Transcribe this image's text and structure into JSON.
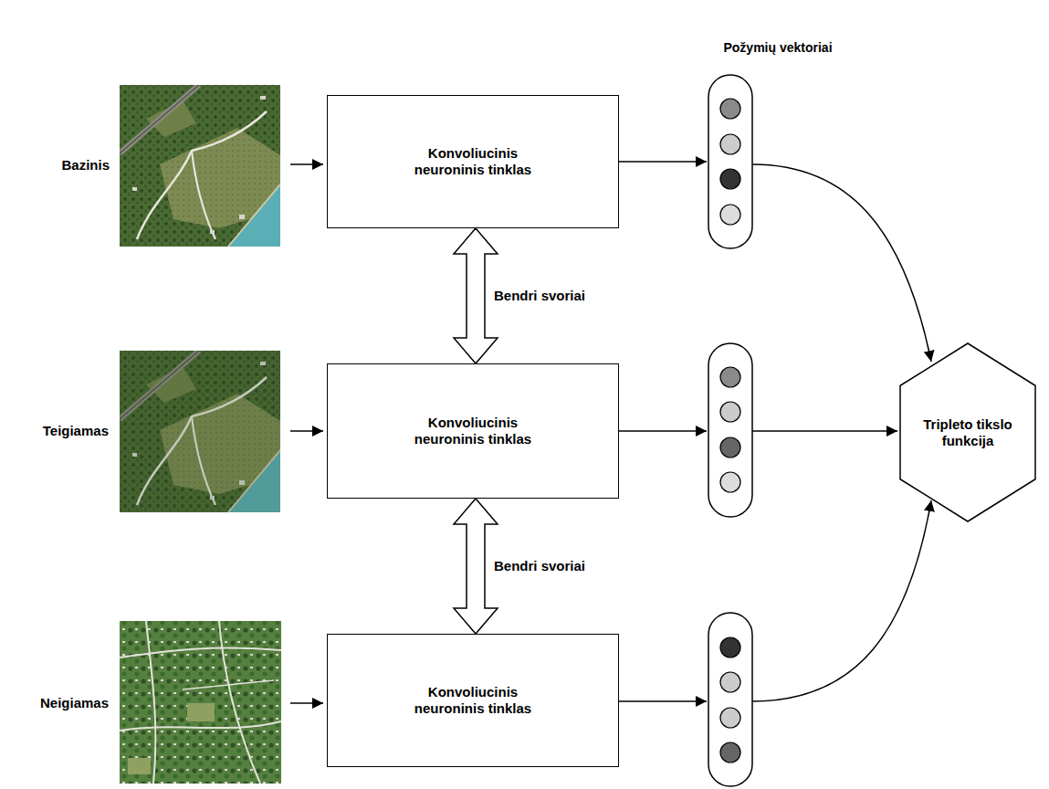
{
  "diagram": {
    "nodes": [
      {
        "text": [
          "Konvoliucinis neuroninis tinklas"
        ]
      },
      {
        "text": [
          "Konvoliucinis neuroninis tinklas"
        ]
      },
      {
        "text": [
          "Konvoliucinis neuroninis tinklas"
        ]
      },
      {
        "text": [
          "Tripleto tikslo funkcija"
        ]
      }
    ],
    "edges": [
      {
        "from": 0,
        "to": 1,
        "label": "Bendri svoriai",
        "arrow": "both"
      },
      {
        "from": 1,
        "to": 2,
        "label": "Bendri svoriai",
        "arrow": "both"
      }
    ],
    "labels": [
      "Požymių vektoriai",
      "Bazinis",
      "Teigiamas",
      "Neigiamas"
    ]
  }
}
